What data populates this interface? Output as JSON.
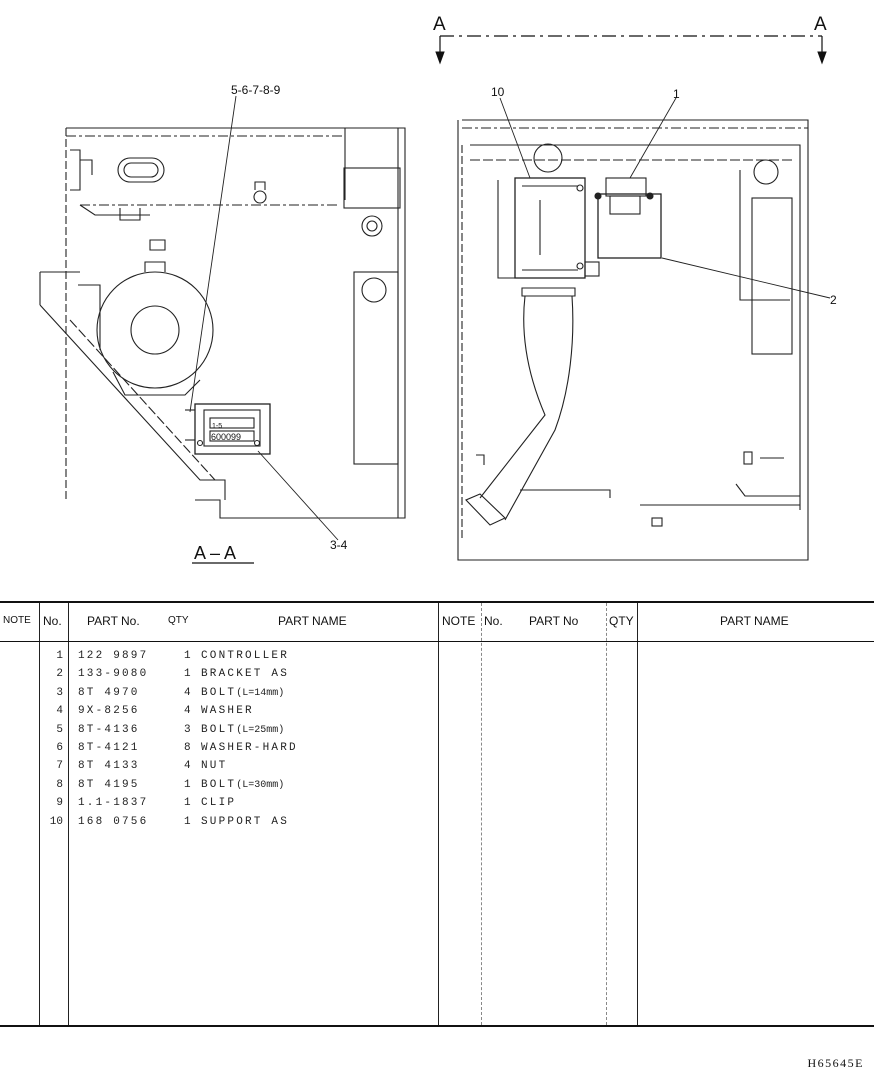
{
  "drawing": {
    "section_letter_left": "A",
    "section_letter_right": "A",
    "section_title": "A – A",
    "callouts": {
      "left_group": "5-6-7-8-9",
      "left_fastener": "3-4",
      "right_support": "10",
      "right_controller": "1",
      "right_bracket": "2"
    },
    "controller_display": "600099"
  },
  "parts_table": {
    "headers": {
      "note": "NOTE",
      "no": "No.",
      "part_no": "PART No.",
      "qty": "QTY",
      "part_name": "PART NAME",
      "note2": "NOTE",
      "no2": "No.",
      "part_no2": "PART No",
      "qty2": "QTY",
      "part_name2": "PART NAME"
    },
    "rows": [
      {
        "no": "1",
        "part_no": "122 9897",
        "qty": "1",
        "name": "CONTROLLER",
        "dim": ""
      },
      {
        "no": "2",
        "part_no": "133-9080",
        "qty": "1",
        "name": "BRACKET AS",
        "dim": ""
      },
      {
        "no": "3",
        "part_no": "8T 4970",
        "qty": "4",
        "name": "BOLT",
        "dim": "(L=14mm)"
      },
      {
        "no": "4",
        "part_no": "9X-8256",
        "qty": "4",
        "name": "WASHER",
        "dim": ""
      },
      {
        "no": "5",
        "part_no": "8T-4136",
        "qty": "3",
        "name": "BOLT",
        "dim": "(L=25mm)"
      },
      {
        "no": "6",
        "part_no": "8T-4121",
        "qty": "8",
        "name": "WASHER-HARD",
        "dim": ""
      },
      {
        "no": "7",
        "part_no": "8T 4133",
        "qty": "4",
        "name": "NUT",
        "dim": ""
      },
      {
        "no": "8",
        "part_no": "8T 4195",
        "qty": "1",
        "name": "BOLT",
        "dim": "(L=30mm)"
      },
      {
        "no": "9",
        "part_no": "1.1-1837",
        "qty": "1",
        "name": "CLIP",
        "dim": ""
      },
      {
        "no": "10",
        "part_no": "168 0756",
        "qty": "1",
        "name": "SUPPORT AS",
        "dim": ""
      }
    ]
  },
  "document_number": "H65645E"
}
